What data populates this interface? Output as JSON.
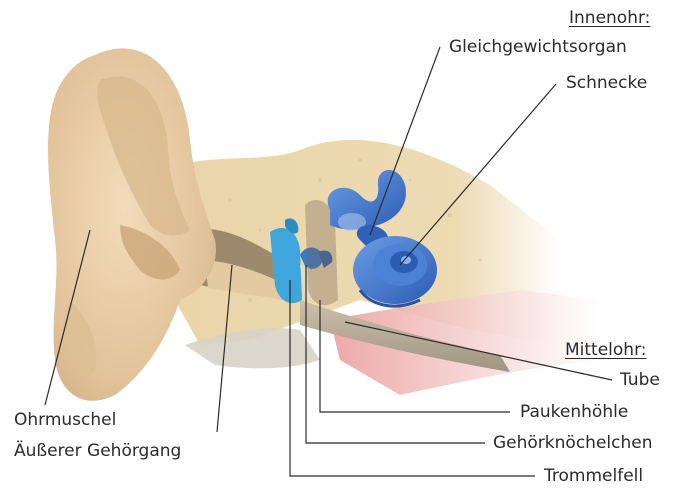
{
  "labels": {
    "innenohr": "Innenohr:",
    "gleichgewichtsorgan": "Gleichgewichtsorgan",
    "schnecke": "Schnecke",
    "mittelohr": "Mittelohr:",
    "tube": "Tube",
    "paukenhoehle": "Paukenhöhle",
    "gehoerknoechelchen": "Gehörknöchelchen",
    "trommelfell": "Trommelfell",
    "ohrmuschel": "Ohrmuschel",
    "aeusserer_gehoergang": "Äußerer Gehörgang"
  },
  "colors": {
    "bone": "#e6cfa0",
    "ear_skin": "#ecd2ab",
    "inner_ear_blue": "#3f74c9",
    "eardrum_cyan": "#2f9fd6",
    "tube_pink": "#f2b7b4",
    "leader_line": "#2b2b2b"
  }
}
